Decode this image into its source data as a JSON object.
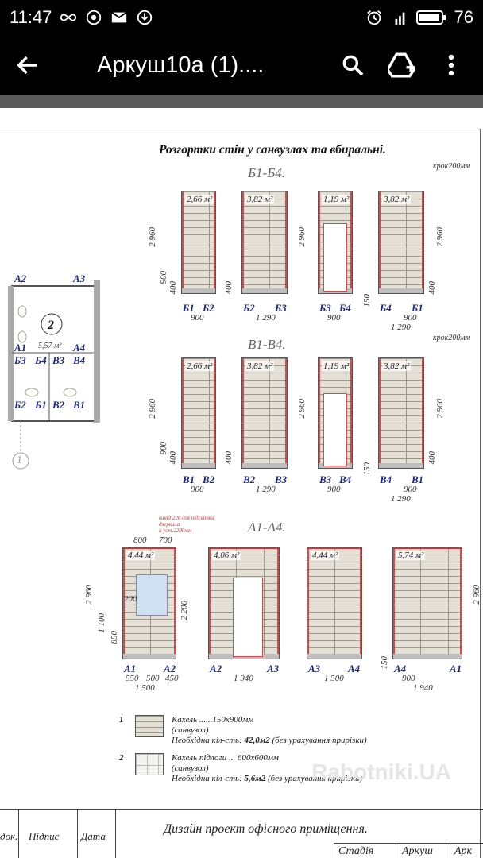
{
  "status": {
    "time": "11:47",
    "battery": "76"
  },
  "appbar": {
    "title": "Аркуш10а (1)...."
  },
  "doc": {
    "heading": "Розгортки стін у санвузлах та вбиральні.",
    "groups": [
      {
        "title": "Б1-Б4.",
        "step": "крок200мм",
        "walls": [
          {
            "area": "2,66 м²",
            "left": "Б1",
            "right": "Б2",
            "width": "900"
          },
          {
            "area": "3,82 м²",
            "left": "Б2",
            "right": "Б3",
            "width": "1 290"
          },
          {
            "area": "1,19 м²",
            "left": "Б3",
            "right": "Б4",
            "width": "900"
          },
          {
            "area": "3,82 м²",
            "left": "Б4",
            "right": "Б1",
            "width": "900",
            "width2": "1 290"
          }
        ]
      },
      {
        "title": "В1-В4.",
        "step": "крок200мм",
        "walls": [
          {
            "area": "2,66 м²",
            "left": "В1",
            "right": "В2",
            "width": "900"
          },
          {
            "area": "3,82 м²",
            "left": "В2",
            "right": "В3",
            "width": "1 290"
          },
          {
            "area": "1,19 м²",
            "left": "В3",
            "right": "В4",
            "width": "900"
          },
          {
            "area": "3,82 м²",
            "left": "В4",
            "right": "В1",
            "width": "900",
            "width2": "1 290"
          }
        ]
      },
      {
        "title": "А1-А4.",
        "walls": [
          {
            "area": "4,44 м²",
            "left": "А1",
            "right": "А2",
            "width": "1 500",
            "sub": [
              "550",
              "500",
              "450"
            ]
          },
          {
            "area": "4,06 м²",
            "left": "А2",
            "right": "А3",
            "width": "1 940"
          },
          {
            "area": "4,44 м²",
            "left": "А3",
            "right": "А4",
            "width": "1 500"
          },
          {
            "area": "5,74 м²",
            "left": "А4",
            "right": "А1",
            "width": "900",
            "width2": "1 940"
          }
        ]
      }
    ],
    "dims": {
      "h2960": "2 960",
      "h900": "900",
      "h400": "400",
      "h150": "150",
      "h1100": "1 100",
      "h850": "850",
      "h200": "200",
      "h2200": "2 200",
      "w800": "800",
      "w700": "700"
    },
    "note_lines": [
      "вивід 220 для підсвітки",
      "дзеркала",
      "h уст.2200мм"
    ],
    "plan": {
      "room": "2",
      "area": "5,57 м²",
      "labels": [
        "А2",
        "А3",
        "А1",
        "А4",
        "Б3",
        "Б4",
        "В3",
        "В4",
        "Б2",
        "Б1",
        "В2",
        "В1"
      ],
      "axis": "1"
    },
    "legend": [
      {
        "num": "1",
        "lines": [
          "Кахель ......150х900мм",
          "(санвузол)"
        ],
        "qty_prefix": "Необхідна кіл-сть: ",
        "qty": "42,0м2",
        "qty_suffix": " (без урахування прирізки)"
      },
      {
        "num": "2",
        "lines": [
          "Кахель підлоги ... 600х600мм",
          "(санвузол)"
        ],
        "qty_prefix": "Необхідна кіл-сть: ",
        "qty": "5,6м2",
        "qty_suffix": " (без урахування прирізки)"
      }
    ],
    "titleblock": {
      "col1": "док.",
      "col2": "Підпис",
      "col3": "Дата",
      "project": "Дизайн проект офісного приміщення.",
      "stage": "Стадія",
      "sheet": "Аркуш",
      "sheets": "Арк"
    },
    "watermark": "Rabotniki.UA"
  }
}
